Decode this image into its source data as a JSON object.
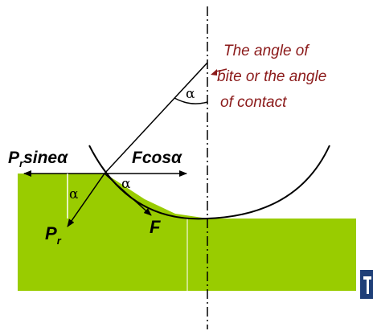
{
  "annotation": {
    "line1": "The angle of",
    "line2": "bite or the angle",
    "line3": "of contact"
  },
  "labels": {
    "pr_sine_main": "P",
    "pr_sine_sub": "r",
    "pr_sine_rest": "sineα",
    "fcos": "Fcosα",
    "alpha": "α",
    "pr_main": "P",
    "pr_sub": "r",
    "f": "F"
  },
  "colors": {
    "workpiece": "#99cc00",
    "annotation_text": "#8b1a1a",
    "lines": "#000000",
    "bottom_edge_block": "#1f3f78"
  }
}
